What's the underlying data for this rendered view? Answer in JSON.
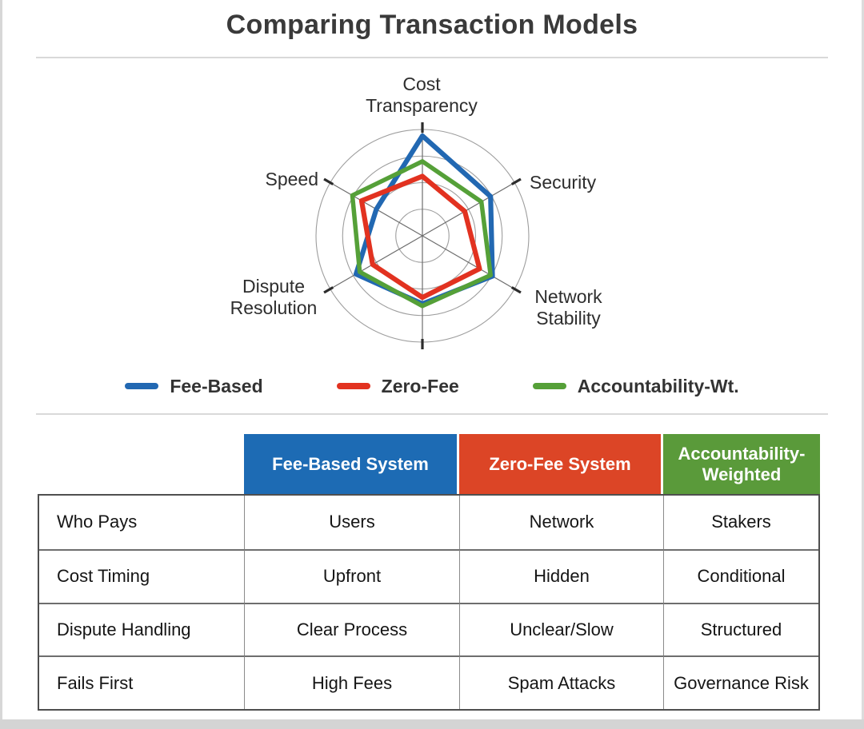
{
  "page": {
    "title": "Comparing Transaction Models"
  },
  "chart_data": {
    "type": "radar",
    "title": "",
    "scale_max": 5,
    "rings": 4,
    "grid": true,
    "legend_position": "bottom",
    "axes": [
      {
        "label": "Cost Transparency"
      },
      {
        "label": "Security"
      },
      {
        "label": "Network Stability"
      },
      {
        "label": ""
      },
      {
        "label": "Dispute Resolution"
      },
      {
        "label": "Speed"
      }
    ],
    "series": [
      {
        "name": "Fee-Based",
        "color": "#2268b2",
        "values": [
          4.7,
          3.7,
          3.8,
          3.2,
          3.6,
          2.5
        ]
      },
      {
        "name": "Zero-Fee",
        "color": "#e23220",
        "values": [
          2.8,
          2.3,
          3.1,
          2.9,
          2.7,
          3.3
        ]
      },
      {
        "name": "Accountability-Wt.",
        "color": "#55a038",
        "values": [
          3.5,
          3.2,
          3.7,
          3.3,
          3.4,
          3.8
        ]
      }
    ]
  },
  "table": {
    "column_headers": [
      {
        "label": "Fee-Based System",
        "color": "#1d6bb4"
      },
      {
        "label": "Zero-Fee System",
        "color": "#dc4526"
      },
      {
        "label": "Accountability-Weighted",
        "color": "#5a9a3a"
      }
    ],
    "rows": [
      {
        "label": "Who Pays",
        "cells": [
          "Users",
          "Network",
          "Stakers"
        ]
      },
      {
        "label": "Cost Timing",
        "cells": [
          "Upfront",
          "Hidden",
          "Conditional"
        ]
      },
      {
        "label": "Dispute Handling",
        "cells": [
          "Clear Process",
          "Unclear/Slow",
          "Structured"
        ]
      },
      {
        "label": "Fails First",
        "cells": [
          "High Fees",
          "Spam Attacks",
          "Governance Risk"
        ]
      }
    ]
  }
}
